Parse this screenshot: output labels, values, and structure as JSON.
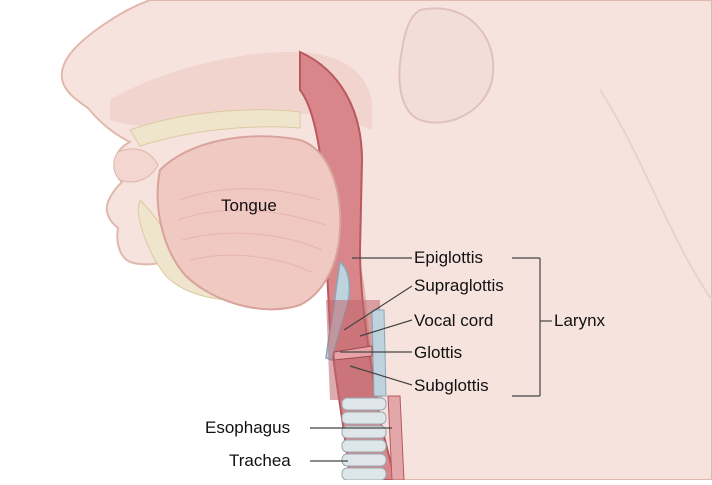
{
  "labels": {
    "tongue": "Tongue",
    "epiglottis": "Epiglottis",
    "supraglottis": "Supraglottis",
    "vocal_cord": "Vocal cord",
    "glottis": "Glottis",
    "subglottis": "Subglottis",
    "larynx": "Larynx",
    "esophagus": "Esophagus",
    "trachea": "Trachea"
  },
  "colors": {
    "background": "#ffffff",
    "skin": "#f7e3de",
    "skin_outline": "#e2b8ae",
    "tissue": "#eec2b8",
    "airway": "#d9868a",
    "airway_dark": "#b9585f",
    "cartilage": "#bfd3de",
    "bone": "#efe5cc",
    "tongue": "#f0c9c3",
    "leader_line": "#444444"
  }
}
